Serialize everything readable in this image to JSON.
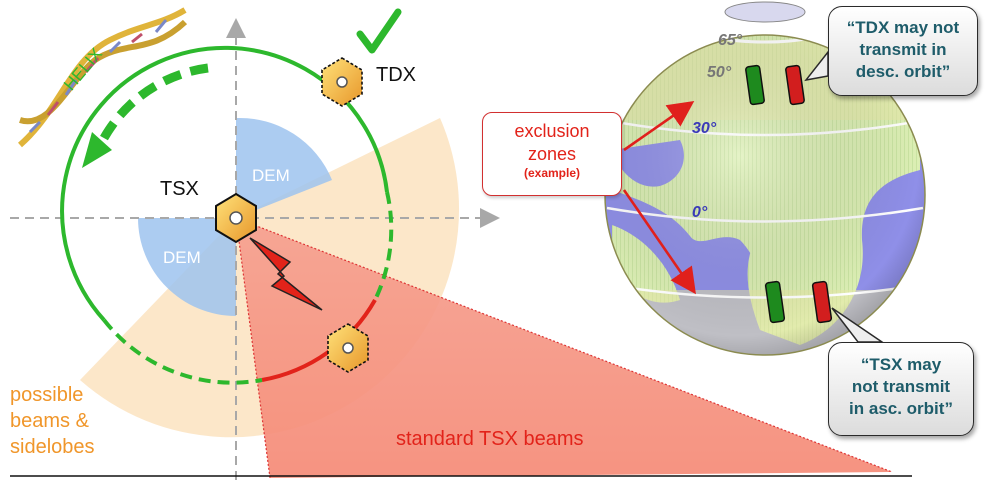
{
  "labels": {
    "helix": "HELIX",
    "tdx": "TDX",
    "tsx": "TSX",
    "dem_upper": "DEM",
    "dem_lower": "DEM",
    "possible_beams": [
      "possible",
      "beams &",
      "sidelobes"
    ],
    "standard_beams": "standard TSX beams",
    "exclusion_title": [
      "exclusion",
      "zones"
    ],
    "exclusion_example": "(example)"
  },
  "globe": {
    "latitudes": [
      "65°",
      "50°",
      "30°",
      "0°"
    ]
  },
  "callouts": {
    "tdx_note": [
      "“TDX may not",
      "transmit in",
      "desc. orbit”"
    ],
    "tsx_note": [
      "“TSX may",
      "not transmit",
      "in asc. orbit”"
    ]
  },
  "colors": {
    "orbit_green": "#2db82d",
    "beam_red": "#f28c78",
    "beam_orange": "#fbe3c0",
    "dem_blue": "#9ec3ee",
    "label_orange": "#f0962a",
    "label_red": "#e2231a",
    "ocean": "#8f8fe8",
    "land": "#dcefb4",
    "exclusion_band": "#e8e8a8"
  }
}
